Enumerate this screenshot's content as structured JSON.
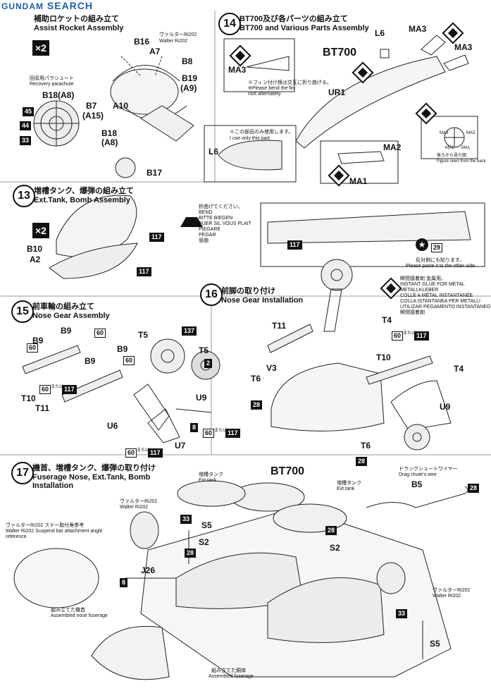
{
  "watermark": "SEARCH",
  "watermark_prefix": "GUNDAM",
  "multiplier": "×2",
  "or_label": "または or",
  "step12": {
    "title_jp": "補助ロケットの組み立て",
    "title_en": "Assist Rocket Assembly",
    "parachute_jp": "回収用パラシュート",
    "parachute_en": "Recovery parachute",
    "walter_jp": "ヴァルターRi202",
    "walter_en": "Walter Ri202",
    "parts": [
      "B16",
      "A7",
      "B8",
      "B19",
      "(A9)",
      "A10",
      "B7",
      "(A15)",
      "B18(A8)",
      "B18",
      "(A8)",
      "B17"
    ],
    "colors": [
      "45",
      "44",
      "33"
    ]
  },
  "step13": {
    "num": "13",
    "title_jp": "増槽タンク、爆弾の組み立て",
    "title_en": "Ext.Tank, Bomb Assembly",
    "parts": [
      "B10",
      "A2"
    ],
    "color": "117"
  },
  "step14": {
    "num": "14",
    "title_jp": "BT700及び各パーツの組み立て",
    "title_en": "BT700 and Various Parts Assembly",
    "parts": [
      "L6",
      "MA3",
      "MA3",
      "BT700",
      "UR1",
      "MA3",
      "MA2",
      "MA1",
      "L6"
    ],
    "fin_note_jp": "※フィン付け根は交互に折り曲げる。",
    "fin_note_en": "※Please bend the fin root alternately.",
    "use_note_jp": "※この部品のみ使用します。",
    "use_note_en": "I use only this part.",
    "back_jp": "後ろから見た図",
    "back_en": "Figure seen from the back",
    "back_labels": [
      "MA3",
      "MA3",
      "MA1",
      "MA1"
    ],
    "bend_jp": "折曲げてください。",
    "bend_words": [
      "BEND",
      "BITTE BIEGEN",
      "PUER SIL VOUS PLAIT",
      "PIEGARE",
      "PEGAR",
      "屈曲"
    ],
    "color": "117",
    "decal": "29",
    "decal_note_jp": "反対側にも貼ります。",
    "decal_note_en": "Please paste it to the other side."
  },
  "glue_note": {
    "jp": "瞬間接着剤 金属用。",
    "lines": [
      "INSTANT GLUE FOR METAL",
      "METALLKLEBER",
      "COLLE A MÉTAL INSTANTANÉE",
      "COLLA ISTANTANEA PER METALLI",
      "UTILIZAR PEGAMENTO INSTANTANEO",
      "瞬間接着剤"
    ]
  },
  "step15": {
    "num": "15",
    "title_jp": "前車輪の組み立て",
    "title_en": "Nose Gear Assembly",
    "parts": [
      "B9",
      "B9",
      "B9",
      "B9",
      "T10",
      "T11",
      "T5",
      "T5",
      "U9",
      "U6",
      "U7"
    ],
    "colors": [
      "60",
      "60",
      "60",
      "60",
      "117",
      "137",
      "2",
      "8",
      "60",
      "117",
      "60",
      "117"
    ]
  },
  "step16": {
    "num": "16",
    "title_jp": "前脚の取り付け",
    "title_en": "Nose Gear Installation",
    "parts": [
      "T11",
      "T4",
      "V3",
      "T6",
      "T10",
      "T4",
      "U9",
      "T6"
    ],
    "colors": [
      "60",
      "117",
      "28",
      "28"
    ]
  },
  "step17": {
    "num": "17",
    "title_jp": "機首、増槽タンク、爆弾の取り付け",
    "title_en_1": "Fuserage Nose, Ext.Tank, Bomb",
    "title_en_2": "Installation",
    "walter_jp": "ヴァルターRi202",
    "walter_en": "Walter Ri202",
    "suspend_jp": "ヴァルターRi202 ステー取付角参考",
    "suspend_en": "Walter Ri202  Suspend bar attachment angle reference.",
    "tank_jp": "増槽タンク",
    "tank_en": "Ext.tank",
    "tank2_jp": "増槽タンク",
    "tank2_en": "Ext.tank",
    "bt700": "BT700",
    "drag_jp": "ドラッグシュートワイヤー",
    "drag_en": "Drag chute's wire",
    "nose_jp": "組み立てた機首",
    "nose_en": "Assembled nose fuserage",
    "fuse_jp": "組み立てた胴体",
    "fuse_en": "Assembled fuserage",
    "walter2_jp": "ヴァルターRi202",
    "walter2_en": "Walter Ri202",
    "parts": [
      "S5",
      "S2",
      "S2",
      "J26",
      "B5",
      "S5"
    ],
    "colors": [
      "33",
      "28",
      "28",
      "8",
      "28",
      "33"
    ]
  }
}
